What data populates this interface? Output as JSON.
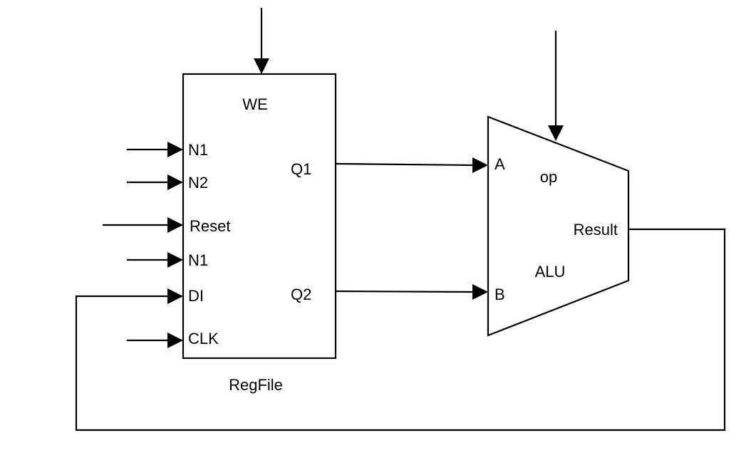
{
  "regfile": {
    "name": "RegFile",
    "top_port": "WE",
    "inputs": [
      "N1",
      "N2",
      "Reset",
      "N1",
      "DI",
      "CLK"
    ],
    "outputs": [
      "Q1",
      "Q2"
    ]
  },
  "alu": {
    "name": "ALU",
    "control": "op",
    "input_a": "A",
    "input_b": "B",
    "output": "Result"
  }
}
